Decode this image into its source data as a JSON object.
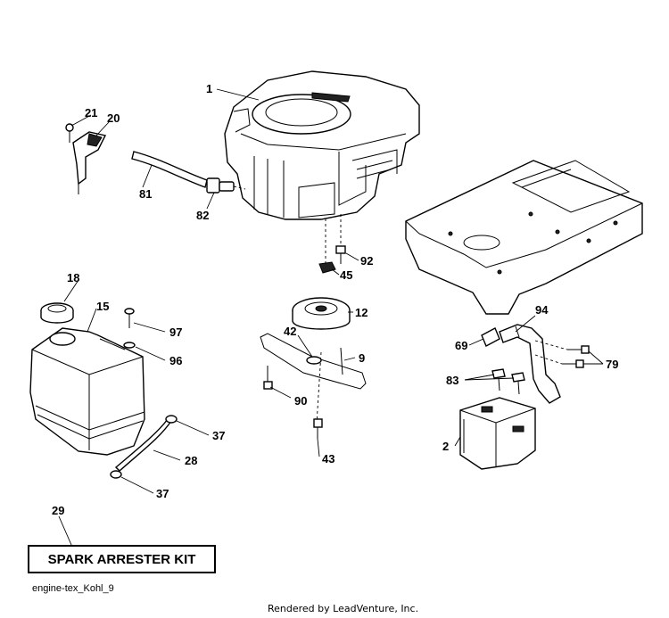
{
  "callouts": [
    {
      "id": "1",
      "text": "1"
    },
    {
      "id": "21",
      "text": "21"
    },
    {
      "id": "20",
      "text": "20"
    },
    {
      "id": "81",
      "text": "81"
    },
    {
      "id": "82",
      "text": "82"
    },
    {
      "id": "92",
      "text": "92"
    },
    {
      "id": "45",
      "text": "45"
    },
    {
      "id": "12",
      "text": "12"
    },
    {
      "id": "18",
      "text": "18"
    },
    {
      "id": "15",
      "text": "15"
    },
    {
      "id": "97",
      "text": "97"
    },
    {
      "id": "96",
      "text": "96"
    },
    {
      "id": "42",
      "text": "42"
    },
    {
      "id": "9",
      "text": "9"
    },
    {
      "id": "90",
      "text": "90"
    },
    {
      "id": "94",
      "text": "94"
    },
    {
      "id": "69",
      "text": "69"
    },
    {
      "id": "79",
      "text": "79"
    },
    {
      "id": "83",
      "text": "83"
    },
    {
      "id": "37a",
      "text": "37"
    },
    {
      "id": "28",
      "text": "28"
    },
    {
      "id": "37b",
      "text": "37"
    },
    {
      "id": "43",
      "text": "43"
    },
    {
      "id": "2",
      "text": "2"
    },
    {
      "id": "29",
      "text": "29"
    }
  ],
  "kit_label": "SPARK ARRESTER KIT",
  "diagram_code": "engine-tex_Kohl_9",
  "footer": "Rendered by LeadVenture, Inc."
}
